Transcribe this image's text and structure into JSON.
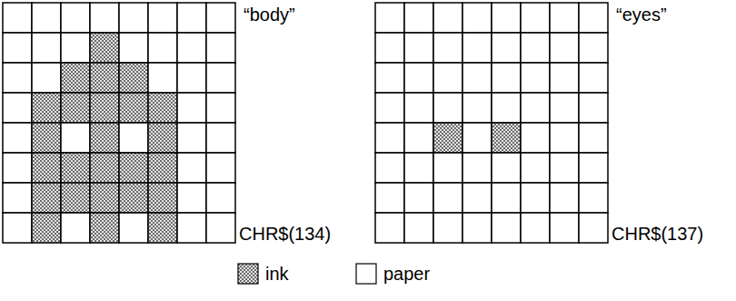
{
  "diagram": {
    "labels": [
      "“body”",
      "CHR$(134)",
      "“eyes”",
      "CHR$(137)"
    ],
    "legend": [
      {
        "text": "ink"
      },
      {
        "text": "paper",
        "color": "#ffffff"
      }
    ]
  }
}
